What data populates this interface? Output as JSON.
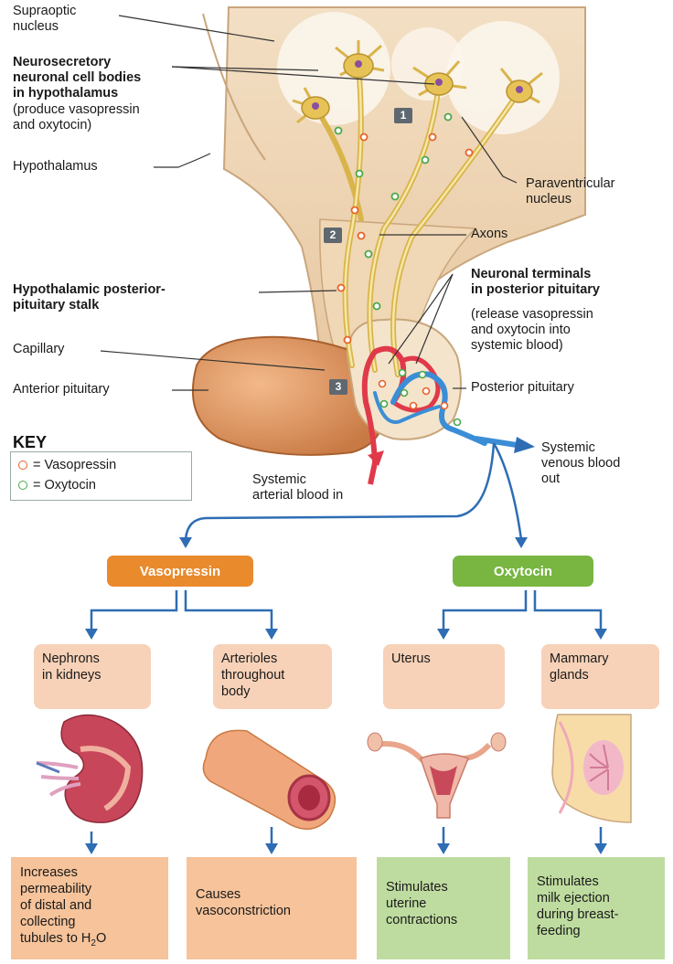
{
  "labels": {
    "supraoptic": "Supraoptic\nnucleus",
    "neurosecretory": "Neurosecretory\nneuronal cell bodies\nin hypothalamus",
    "neurosecretory_sub": "(produce vasopressin\nand oxytocin)",
    "hypothalamus": "Hypothalamus",
    "paraventricular": "Paraventricular\nnucleus",
    "axons": "Axons",
    "stalk": "Hypothalamic posterior-\npituitary stalk",
    "terminals": "Neuronal terminals\nin posterior pituitary",
    "terminals_sub": "(release vasopressin\nand oxytocin into\nsystemic blood)",
    "capillary": "Capillary",
    "anterior": "Anterior pituitary",
    "posterior": "Posterior pituitary",
    "venous": "Systemic\nvenous blood\nout",
    "arterial": "Systemic\narterial blood in"
  },
  "steps": [
    "1",
    "2",
    "3"
  ],
  "key": {
    "title": "KEY",
    "vasopressin": "= Vasopressin",
    "oxytocin": "= Oxytocin"
  },
  "hormones": {
    "vasopressin": "Vasopressin",
    "oxytocin": "Oxytocin"
  },
  "targets": [
    "Nephrons\nin kidneys",
    "Arterioles\nthroughout\nbody",
    "Uterus",
    "Mammary\nglands"
  ],
  "effects": {
    "kidney_main": "Increases\npermeability\nof distal and\ncollecting\ntubules to H",
    "kidney_sub": "2",
    "kidney_end": "O",
    "arteriole": "Causes\nvasoconstriction",
    "uterus": "Stimulates\nuterine\ncontractions",
    "mammary": "Stimulates\nmilk ejection\nduring breast-\nfeeding"
  },
  "colors": {
    "vasopressin": "#e98a2c",
    "oxytocin": "#78b541",
    "target_bg": "#f7d2b8",
    "effect_orange": "#f6c39a",
    "effect_green": "#bfdca0",
    "arrow_blue": "#2e6db4"
  }
}
